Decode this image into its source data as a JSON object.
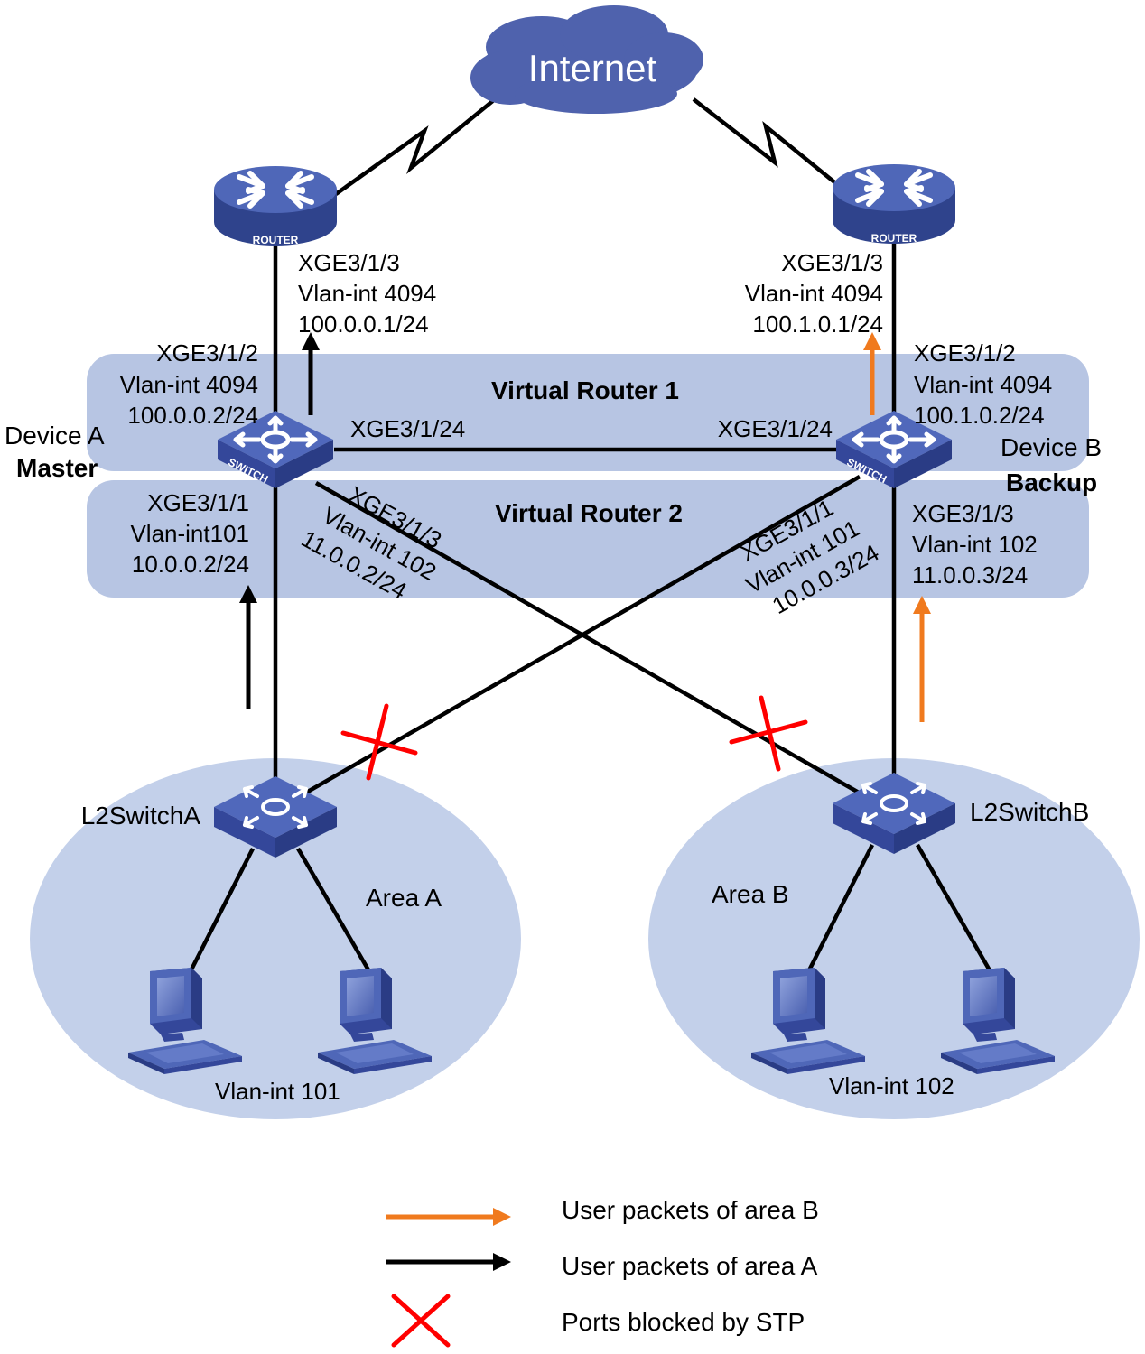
{
  "internet": {
    "label": "Internet"
  },
  "router_a": {
    "badge": "ROUTER",
    "port": "XGE3/1/3",
    "vlan": "Vlan-int 4094",
    "ip": "100.0.0.1/24"
  },
  "router_b": {
    "badge": "ROUTER",
    "port": "XGE3/1/3",
    "vlan": "Vlan-int 4094",
    "ip": "100.1.0.1/24"
  },
  "virtual_router_1": {
    "label": "Virtual Router 1"
  },
  "virtual_router_2": {
    "label": "Virtual Router 2"
  },
  "device_a": {
    "name": "Device A",
    "role": "Master",
    "badge": "SWITCH",
    "up_port": "XGE3/1/2",
    "up_vlan": "Vlan-int 4094",
    "up_ip": "100.0.0.2/24",
    "peer_port": "XGE3/1/24",
    "down_port": "XGE3/1/1",
    "down_vlan": "Vlan-int101",
    "down_ip": "10.0.0.2/24",
    "cross_port": "XGE3/1/3",
    "cross_vlan": "Vlan-int 102",
    "cross_ip": "11.0.0.2/24"
  },
  "device_b": {
    "name": "Device B",
    "role": "Backup",
    "badge": "SWITCH",
    "up_port": "XGE3/1/2",
    "up_vlan": "Vlan-int 4094",
    "up_ip": "100.1.0.2/24",
    "peer_port": "XGE3/1/24",
    "cross_port": "XGE3/1/1",
    "cross_vlan": "Vlan-int 101",
    "cross_ip": "10.0.0.3/24",
    "down_port": "XGE3/1/3",
    "down_vlan": "Vlan-int 102",
    "down_ip": "11.0.0.3/24"
  },
  "l2switch_a": {
    "name": "L2SwitchA"
  },
  "l2switch_b": {
    "name": "L2SwitchB"
  },
  "area_a": {
    "name": "Area A",
    "vlan": "Vlan-int 101"
  },
  "area_b": {
    "name": "Area B",
    "vlan": "Vlan-int 102"
  },
  "legend": {
    "orange_arrow": "User packets of area B",
    "black_arrow": "User packets of area A",
    "red_cross": "Ports blocked by STP"
  },
  "colors": {
    "area_b_packets": "#f07a1e",
    "area_a_packets": "#000000",
    "stp_block": "#ff0000",
    "device": "#3f56a8",
    "vr_band": "#b7c5e3",
    "area_fill": "#c3d0ea"
  },
  "icons": {
    "cloud": "cloud-icon",
    "router": "router-icon",
    "l3_switch": "layer3-switch-icon",
    "l2_switch": "layer2-switch-icon",
    "host": "pc-icon"
  }
}
